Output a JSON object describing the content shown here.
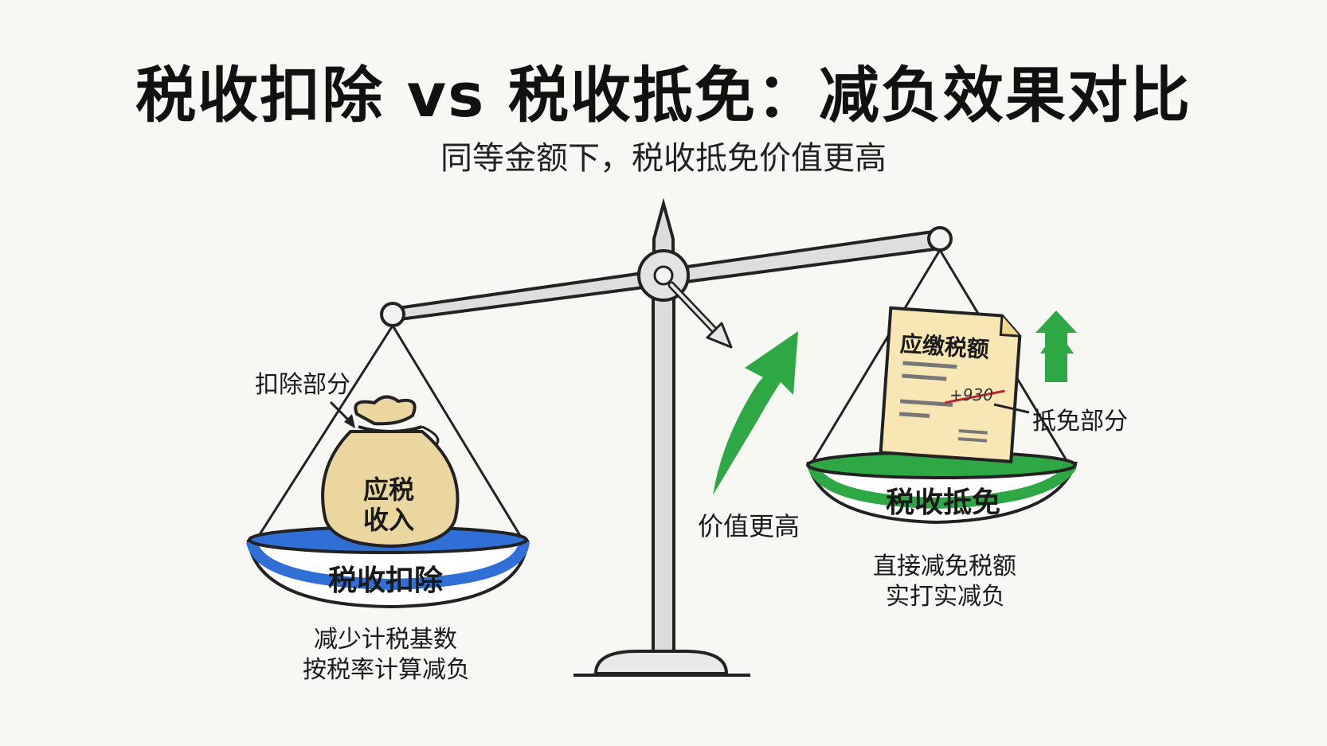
{
  "title": "税收扣除 vs 税收抵免：减负效果对比",
  "subtitle": "同等金额下，税收抵免价值更高",
  "left_pan": {
    "pan_label": "税收扣除",
    "bag_text_line1": "应税",
    "bag_text_line2": "收入",
    "annotation": "扣除部分",
    "desc_line1": "减少计税基数",
    "desc_line2": "按税率计算减负",
    "color": "#2f6fd6"
  },
  "right_pan": {
    "pan_label": "税收抵免",
    "doc_title": "应缴税额",
    "doc_crossed_value": "+930",
    "annotation": "抵免部分",
    "desc_line1": "直接减免税额",
    "desc_line2": "实打实减负",
    "color": "#2ea845"
  },
  "center": {
    "arrow_label": "价值更高",
    "accent": "#2ea845"
  }
}
